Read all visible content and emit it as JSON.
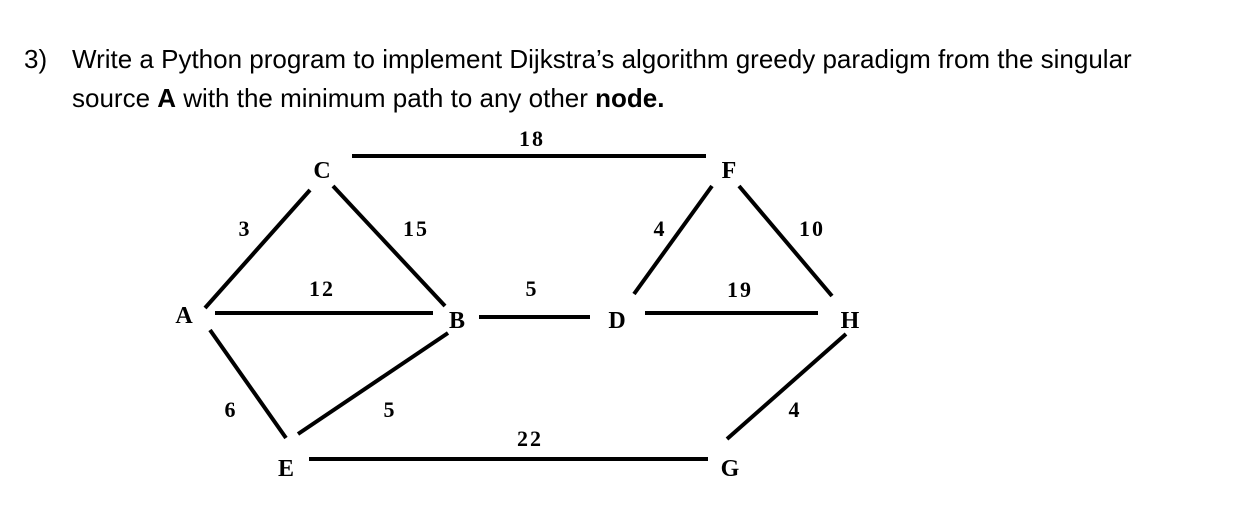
{
  "question": {
    "number": "3)",
    "line1": "Write a Python program to implement Dijkstra’s algorithm greedy paradigm from the singular",
    "line2_a": "source ",
    "line2_b": "A",
    "line2_c": " with the minimum path to any other ",
    "line2_d": "node."
  },
  "graph": {
    "nodes": [
      "A",
      "B",
      "C",
      "D",
      "E",
      "F",
      "G",
      "H"
    ],
    "edges": [
      {
        "from": "A",
        "to": "C",
        "weight": "3"
      },
      {
        "from": "A",
        "to": "B",
        "weight": "12"
      },
      {
        "from": "A",
        "to": "E",
        "weight": "6"
      },
      {
        "from": "C",
        "to": "B",
        "weight": "15"
      },
      {
        "from": "C",
        "to": "F",
        "weight": "18"
      },
      {
        "from": "E",
        "to": "B",
        "weight": "5"
      },
      {
        "from": "B",
        "to": "D",
        "weight": "5"
      },
      {
        "from": "D",
        "to": "F",
        "weight": "4"
      },
      {
        "from": "D",
        "to": "H",
        "weight": "19"
      },
      {
        "from": "F",
        "to": "H",
        "weight": "10"
      },
      {
        "from": "E",
        "to": "G",
        "weight": "22"
      },
      {
        "from": "G",
        "to": "H",
        "weight": "4"
      }
    ]
  }
}
